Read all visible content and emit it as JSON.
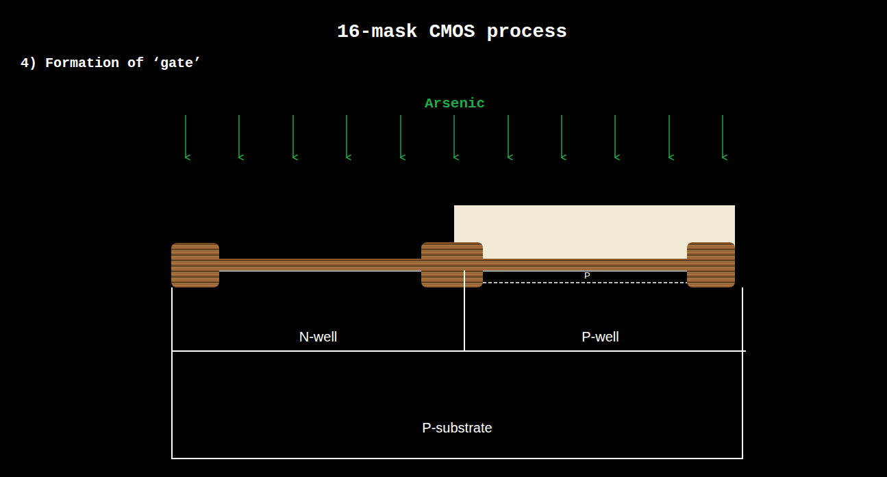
{
  "diagram": {
    "title": "16-mask CMOS process",
    "nodes": [
      {
        "text": [
          "P-substrate"
        ]
      },
      {
        "text": [
          "N-well"
        ],
        "in": 0
      },
      {
        "text": [
          "P-well"
        ],
        "in": 0
      }
    ],
    "labels": [
      "4) Formation of ‘gate’",
      "Arsenic",
      "P"
    ]
  }
}
